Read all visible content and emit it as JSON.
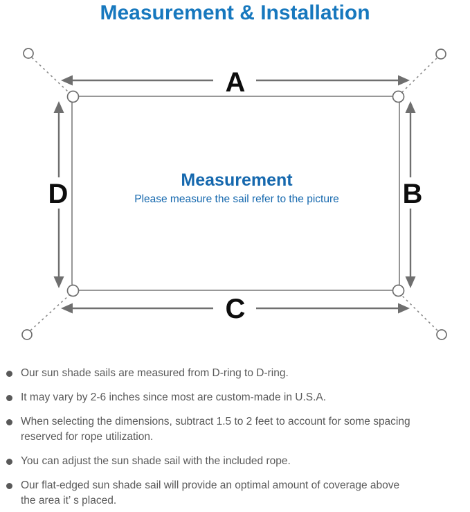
{
  "header": {
    "title": "Measurement & Installation"
  },
  "diagram": {
    "dimension_labels": {
      "top": "A",
      "right": "B",
      "bottom": "C",
      "left": "D"
    },
    "center_title": "Measurement",
    "center_subtitle": "Please measure the sail refer to the picture"
  },
  "notes": {
    "items": [
      "Our sun shade sails are measured from D-ring to D-ring.",
      "It may vary by 2-6 inches since most are custom-made in U.S.A.",
      "When selecting the dimensions, subtract 1.5 to 2 feet to account for some spacing\nreserved for rope utilization.",
      "You can adjust the sun shade sail with the included rope.",
      "Our flat-edged sun shade sail will provide an optimal amount of coverage above\nthe area it’ s placed."
    ]
  },
  "colors": {
    "title_blue": "#1778BE",
    "center_text_blue": "#1568AE",
    "diagram_line_gray": "#6f6f6f",
    "sail_border_gray": "#8a8a8a",
    "note_text_gray": "#595959"
  }
}
